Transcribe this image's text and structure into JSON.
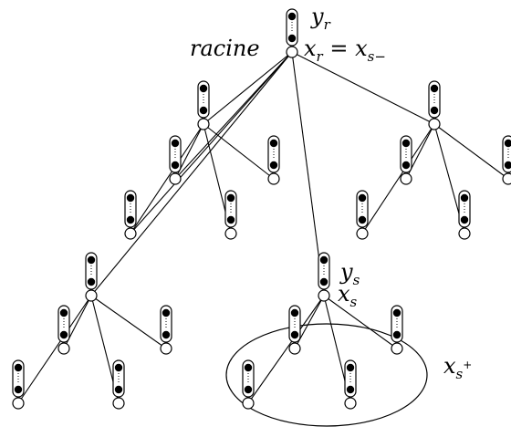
{
  "labels": {
    "y_root": {
      "main": "y",
      "sub": "r"
    },
    "root_word": "racine",
    "x_root": {
      "main": "x",
      "sub": "r",
      "eq": " = x",
      "sub2": "s−"
    },
    "y_s": {
      "main": "y",
      "sub": "s"
    },
    "x_s": {
      "main": "x",
      "sub": "s"
    },
    "x_splus": {
      "main": "x",
      "sub": "s",
      "sup": "+"
    }
  }
}
